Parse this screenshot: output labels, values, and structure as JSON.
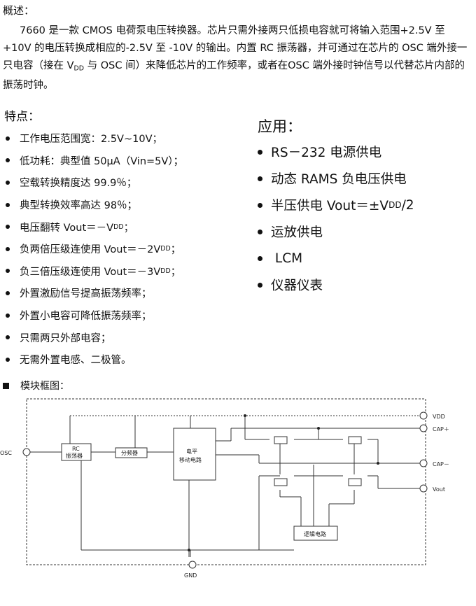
{
  "overview": {
    "title": "概述：",
    "paragraph": "7660 是一款 CMOS 电荷泵电压转换器。芯片只需外接两只低损电容就可将输入范围+2.5V 至+10V 的电压转换成相应的-2.5V 至 -10V 的输出。内置 RC 振荡器，并可通过在芯片的 OSC 端外接一只电容（接在 V",
    "paragraph_sub": "DD",
    "paragraph_tail": " 与 OSC 间）来降低芯片的工作频率，或者在OSC 端外接时钟信号以代替芯片内部的振荡时钟。"
  },
  "features": {
    "title": "特点：",
    "items": [
      {
        "text": "工作电压范围宽：2.5V~10V；",
        "sub": "",
        "tail": ""
      },
      {
        "text": "低功耗：典型值 50μA（Vin=5V）；",
        "sub": "",
        "tail": ""
      },
      {
        "text": "空载转换精度达 99.9％；",
        "sub": "",
        "tail": ""
      },
      {
        "text": "典型转换效率高达 98％；",
        "sub": "",
        "tail": ""
      },
      {
        "text": "电压翻转 Vout＝－V",
        "sub": "DD",
        "tail": "；"
      },
      {
        "text": "负两倍压级连使用  Vout＝－2V",
        "sub": "DD",
        "tail": "；"
      },
      {
        "text": "负三倍压级连使用  Vout＝－3V",
        "sub": "DD",
        "tail": "；"
      },
      {
        "text": "外置激励信号提高振荡频率；",
        "sub": "",
        "tail": ""
      },
      {
        "text": "外置小电容可降低振荡频率；",
        "sub": "",
        "tail": ""
      },
      {
        "text": "只需两只外部电容；",
        "sub": "",
        "tail": ""
      },
      {
        "text": "无需外置电感、二极管。",
        "sub": "",
        "tail": ""
      }
    ]
  },
  "applications": {
    "title": "应用：",
    "items": [
      {
        "text": "RS－232 电源供电",
        "sub": "",
        "tail": ""
      },
      {
        "text": "动态 RAMS 负电压供电",
        "sub": "",
        "tail": ""
      },
      {
        "text": "半压供电 Vout＝±V",
        "sub": "DD",
        "tail": "/2"
      },
      {
        "text": "运放供电",
        "sub": "",
        "tail": ""
      },
      {
        "text": " LCM",
        "sub": "",
        "tail": ""
      },
      {
        "text": "仪器仪表",
        "sub": "",
        "tail": ""
      }
    ]
  },
  "block_diagram": {
    "title": "模块框图：",
    "osc_label": "OSC",
    "rc_line1": "RC",
    "rc_line2": "振荡器",
    "divider": "分频器",
    "level_line1": "电平",
    "level_line2": "移动电路",
    "logic": "逻辑电路",
    "vdd": "VDD",
    "cap_plus": "CAP＋",
    "cap_minus": "CAP－",
    "vout": "Vout",
    "gnd": "GND"
  }
}
